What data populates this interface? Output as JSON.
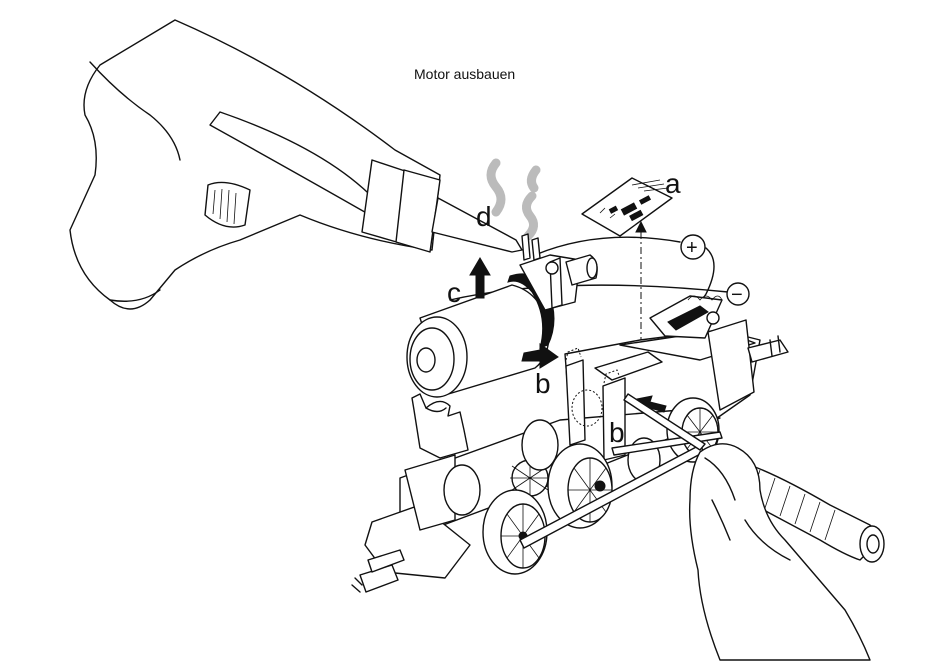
{
  "caption": "Motor ausbauen",
  "labels": {
    "a": "a",
    "b_left": "b",
    "b_right": "b",
    "c": "c",
    "d": "d",
    "plus": "+",
    "minus": "−"
  },
  "colors": {
    "ink": "#111111",
    "smoke": "#bbbbbb",
    "paper": "#ffffff"
  },
  "icons": [
    "soldering-iron",
    "motor",
    "decoder-board",
    "locomotive-chassis",
    "screwdriver",
    "hand"
  ]
}
